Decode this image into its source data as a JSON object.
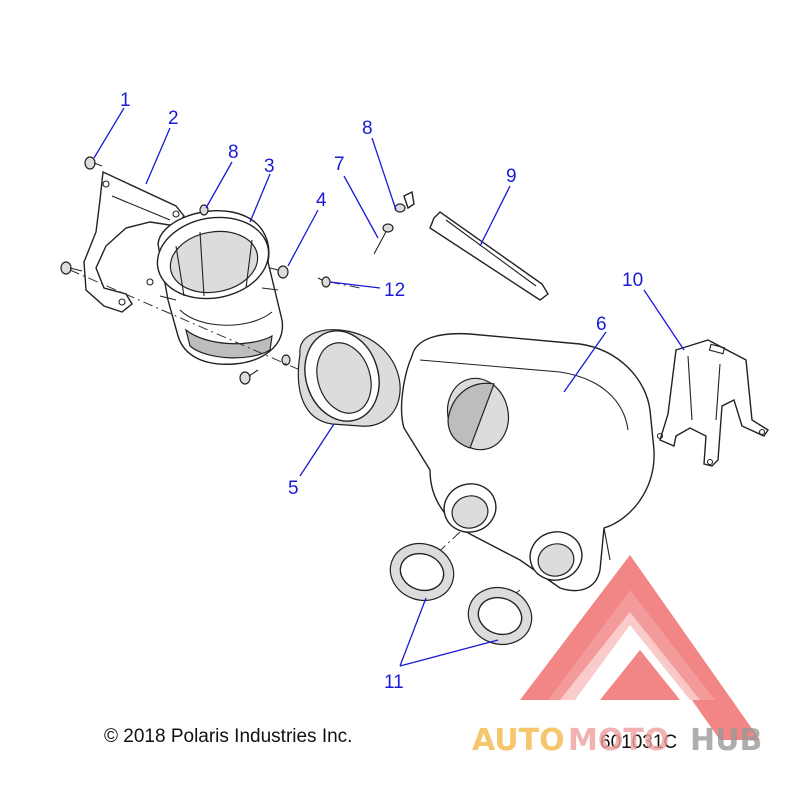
{
  "callouts": [
    {
      "id": "c1",
      "label": "1"
    },
    {
      "id": "c2",
      "label": "2"
    },
    {
      "id": "c3",
      "label": "3"
    },
    {
      "id": "c4",
      "label": "4"
    },
    {
      "id": "c5",
      "label": "5"
    },
    {
      "id": "c6",
      "label": "6"
    },
    {
      "id": "c7",
      "label": "7"
    },
    {
      "id": "c8a",
      "label": "8"
    },
    {
      "id": "c8b",
      "label": "8"
    },
    {
      "id": "c9",
      "label": "9"
    },
    {
      "id": "c10",
      "label": "10"
    },
    {
      "id": "c11",
      "label": "11"
    },
    {
      "id": "c12",
      "label": "12"
    }
  ],
  "copyright": "© 2018 Polaris Industries Inc.",
  "diagram_number": "601031C",
  "watermark": {
    "part1": "AUTO",
    "part2": "MOTO",
    "part3": "HUB",
    "colors": {
      "auto": "#f5b94a",
      "moto": "#f0a0a0",
      "hub": "#9a9a9a",
      "logo": "#f07070"
    }
  }
}
